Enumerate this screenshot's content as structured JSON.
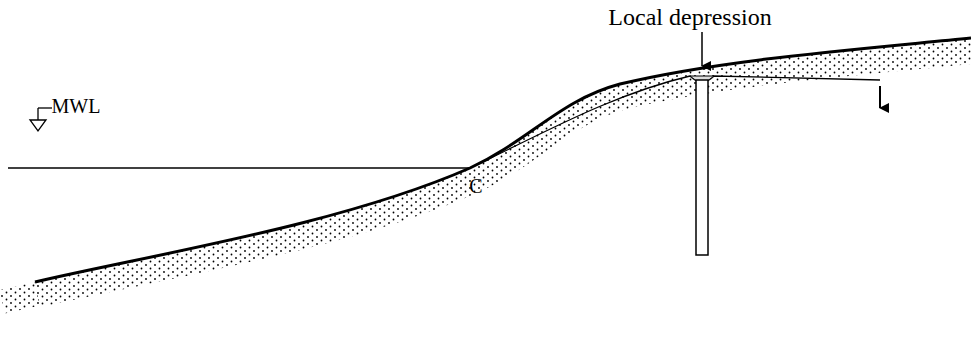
{
  "diagram": {
    "labels": [
      "Local depression",
      "MWL",
      "C"
    ]
  }
}
